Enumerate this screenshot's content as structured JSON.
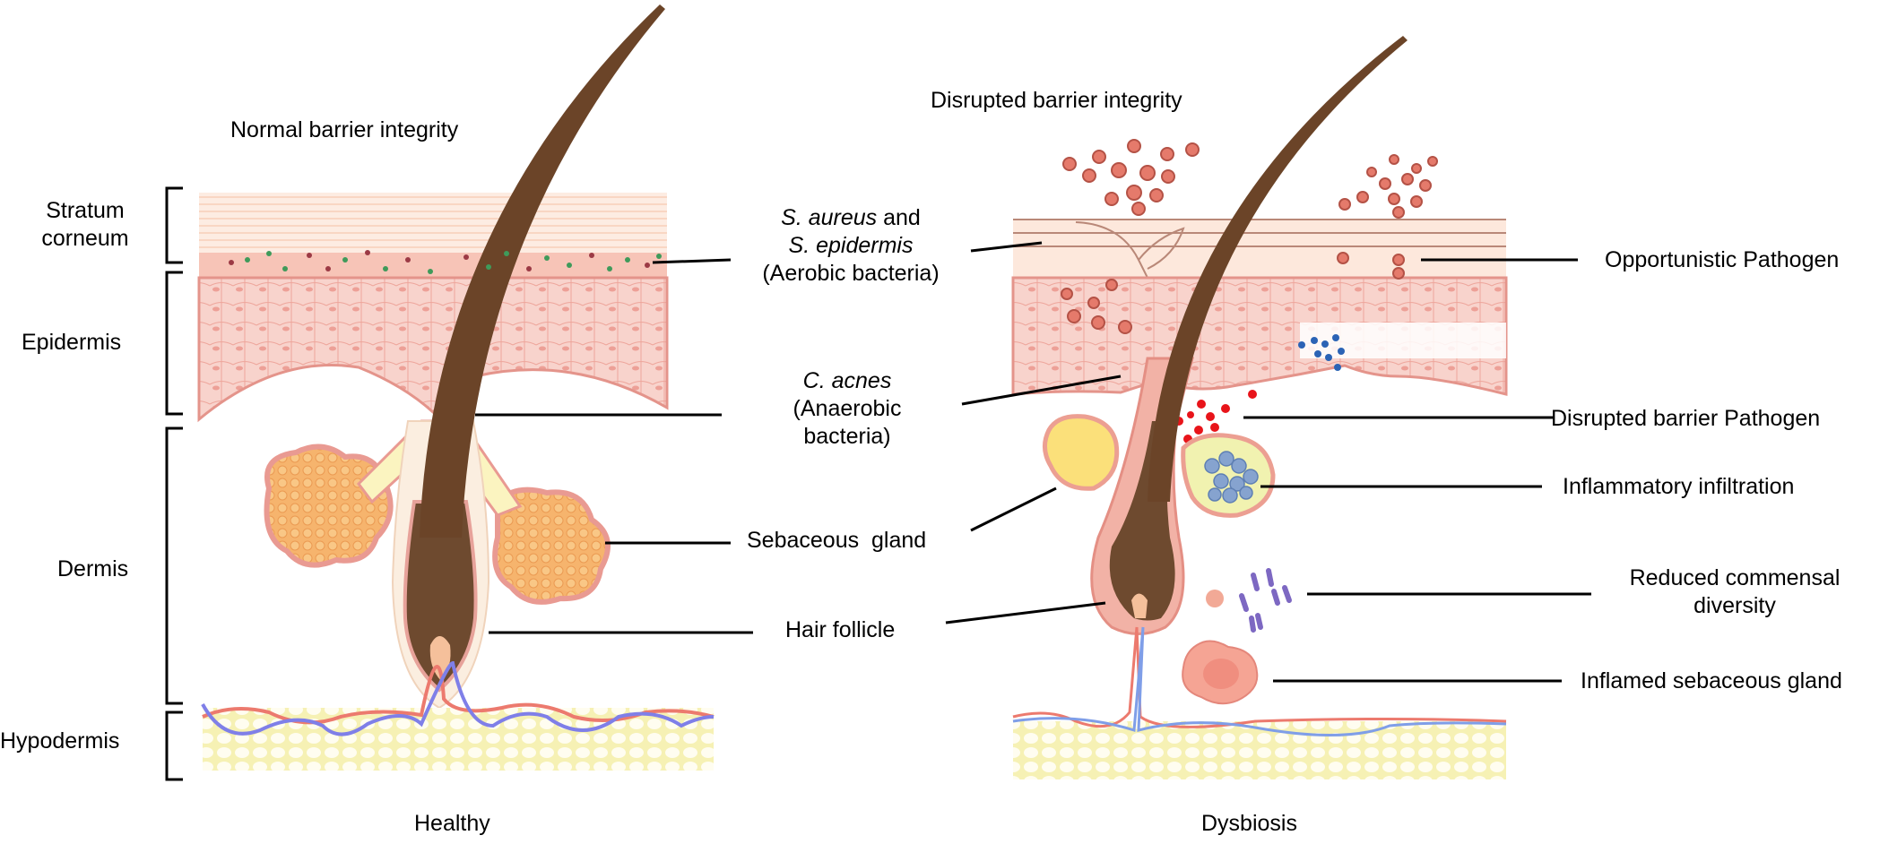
{
  "panels": {
    "healthy": {
      "title": "Normal barrier integrity",
      "caption": "Healthy",
      "layers": [
        {
          "name": "stratum-corneum",
          "line1": "Stratum",
          "line2": "corneum"
        },
        {
          "name": "epidermis",
          "label": "Epidermis"
        },
        {
          "name": "dermis",
          "label": "Dermis"
        },
        {
          "name": "hypodermis",
          "label": "Hypodermis"
        }
      ]
    },
    "dysbiosis": {
      "title": "Disrupted barrier integrity",
      "caption": "Dysbiosis",
      "labels": {
        "opportunistic": "Opportunistic Pathogen",
        "disrupted_barrier": "Disrupted barrier Pathogen",
        "inflammatory": "Inflammatory infiltration",
        "reduced_line1": "Reduced commensal",
        "reduced_line2": "diversity",
        "inflamed_gland": "Inflamed sebaceous gland"
      }
    }
  },
  "center_labels": {
    "aerobic": {
      "species1": "S. aureus",
      "joiner": " and",
      "species2": "S. epidermis",
      "note": "(Aerobic bacteria)"
    },
    "anaerobic": {
      "species": "C. acnes",
      "note1": "(Anaerobic",
      "note2": "bacteria)"
    },
    "sebaceous": "Sebaceous  gland",
    "follicle": "Hair follicle"
  },
  "colors": {
    "hair": "#6b4428",
    "skin": "#f6c9c2",
    "skin_light": "#fbe5de",
    "corneum": "#fde8dc",
    "gland": "#f7b26a",
    "gland_light": "#fbf3b0",
    "fat": "#f7f3b6",
    "pathogen": "#e57a6b",
    "red_pathogen": "#e8141a",
    "blue_cells": "#2b63b5",
    "immune": "#86a3cf",
    "commensal_green": "#3f9a5a",
    "commensal_red": "#9c3a45",
    "artery": "#ec7a6e",
    "vein": "#7f7fe8",
    "rod": "#7d68c2"
  }
}
